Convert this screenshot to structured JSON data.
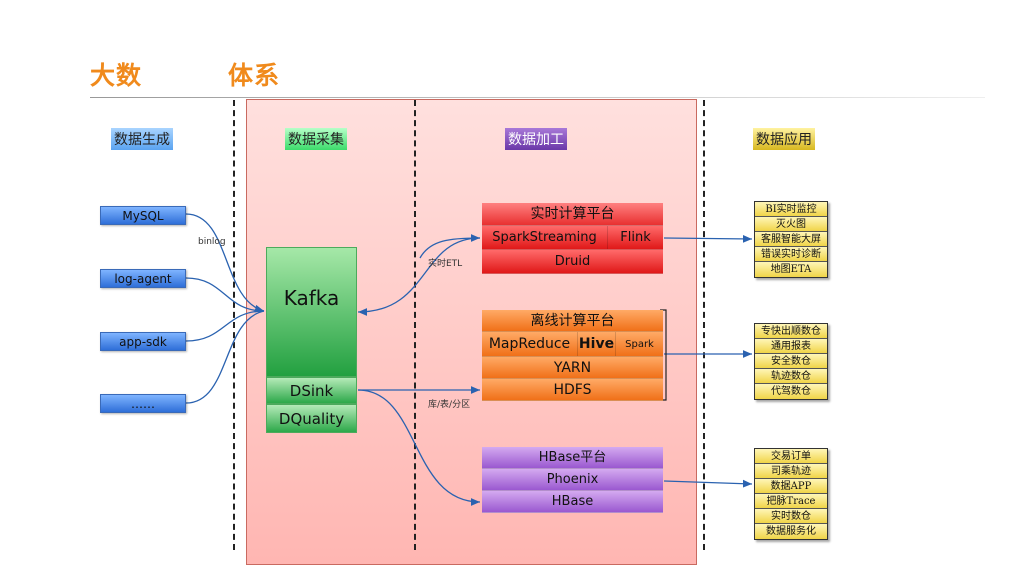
{
  "title": {
    "part1": "大数",
    "part2": "体系"
  },
  "stages": {
    "generate": "数据生成",
    "collect": "数据采集",
    "process": "数据加工",
    "apply": "数据应用"
  },
  "sources": [
    "MySQL",
    "log-agent",
    "app-sdk",
    "……"
  ],
  "edge_labels": {
    "binlog": "binlog",
    "realtime_etl": "实时ETL",
    "db_table_partition": "库/表/分区"
  },
  "collect": {
    "kafka": "Kafka",
    "dsink": "DSink",
    "dquality": "DQuality"
  },
  "realtime": {
    "header": "实时计算平台",
    "spark_streaming": "SparkStreaming",
    "flink": "Flink",
    "druid": "Druid"
  },
  "offline": {
    "header": "离线计算平台",
    "mapreduce": "MapReduce",
    "hive": "Hive",
    "spark": "Spark",
    "yarn": "YARN",
    "hdfs": "HDFS"
  },
  "hbase": {
    "header": "HBase平台",
    "phoenix": "Phoenix",
    "hbase": "HBase"
  },
  "apps": {
    "realtime": [
      "BI实时监控",
      "灭火图",
      "客服智能大屏",
      "错误实时诊断",
      "地图ETA"
    ],
    "offline": [
      "专快出顺数仓",
      "通用报表",
      "安全数仓",
      "轨迹数仓",
      "代驾数仓"
    ],
    "hbase": [
      "交易订单",
      "司乘轨迹",
      "数据APP",
      "把脉Trace",
      "实时数仓",
      "数据服务化"
    ]
  },
  "colors": {
    "title": "#f08a1c",
    "arrow": "#2a62b0"
  }
}
